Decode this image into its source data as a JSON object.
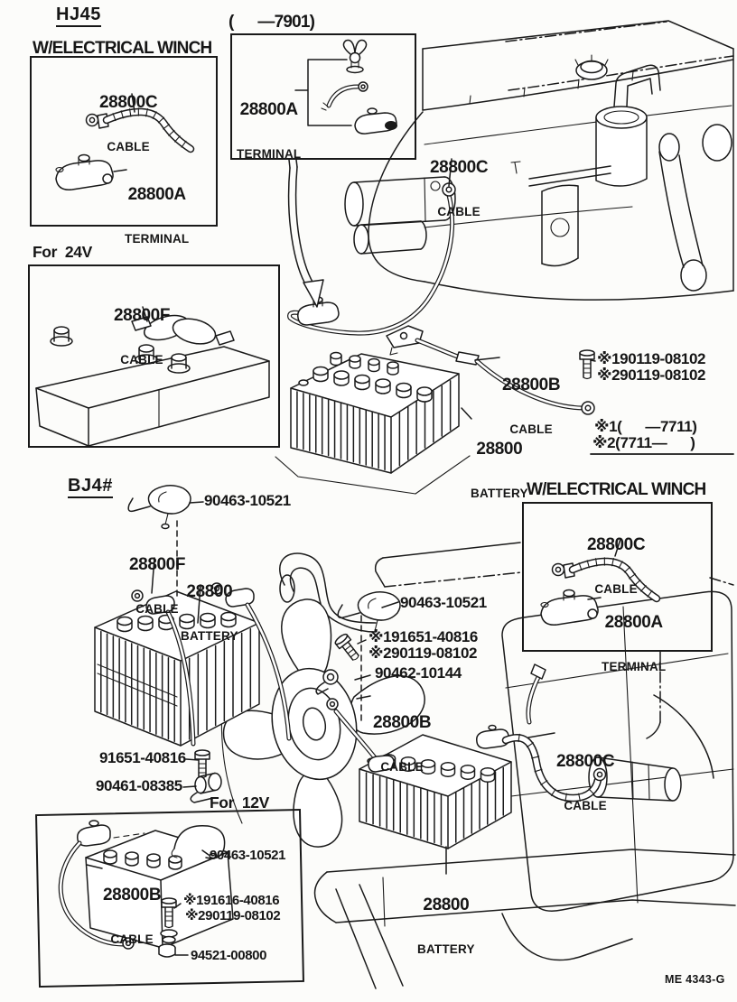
{
  "colors": {
    "ink": "#1a1a1a",
    "paper": "#fcfcfa"
  },
  "footer": {
    "code": "ME 4343-G"
  },
  "hj45": {
    "heading": "HJ45",
    "winch_box": {
      "title": "W/ELECTRICAL WINCH",
      "cable_part": "28800C",
      "cable_desc": "CABLE",
      "terminal_part": "28800A",
      "terminal_desc": "TERMINAL"
    },
    "early_box": {
      "title": "(      —7901)",
      "terminal_part": "28800A",
      "terminal_desc": "TERMINAL"
    },
    "engine_cable_part": "28800C",
    "engine_cable_desc": "CABLE",
    "cable_b_part": "28800B",
    "cable_b_desc": "CABLE",
    "battery_part": "28800",
    "battery_desc": "BATTERY",
    "bolt_note_1": "※190119-08102",
    "bolt_note_2": "※290119-08102",
    "range_note_1": "※1(      —7711)",
    "range_note_2": "※2(7711—      )",
    "v24_box": {
      "title": "For  24V",
      "cable_part": "28800F",
      "cable_desc": "CABLE"
    }
  },
  "bj4": {
    "heading": "BJ4#",
    "clamp_top": "90463-10521",
    "cable_f_part": "28800F",
    "cable_f_desc": "CABLE",
    "battery_left_part": "28800",
    "battery_left_desc": "BATTERY",
    "winch_box": {
      "title": "W/ELECTRICAL WINCH",
      "cable_part": "28800C",
      "cable_desc": "CABLE",
      "terminal_part": "28800A",
      "terminal_desc": "TERMINAL"
    },
    "clamp_mid": "90463-10521",
    "bolt_note_1": "※191651-40816",
    "bolt_note_2": "※290119-08102",
    "clip": "90462-10144",
    "cable_b_part": "28800B",
    "cable_b_desc": "CABLE",
    "cable_c_part": "28800C",
    "cable_c_desc": "CABLE",
    "bolt_left": "91651-40816",
    "clamp_left": "90461-08385",
    "battery_right_part": "28800",
    "battery_right_desc": "BATTERY",
    "v12_box": {
      "title": "For  12V",
      "cable_part": "28800B",
      "cable_desc": "CABLE",
      "clamp": "90463-10521",
      "bolt_note_1": "※191616-40816",
      "bolt_note_2": "※290119-08102",
      "nut": "94521-00800"
    }
  }
}
